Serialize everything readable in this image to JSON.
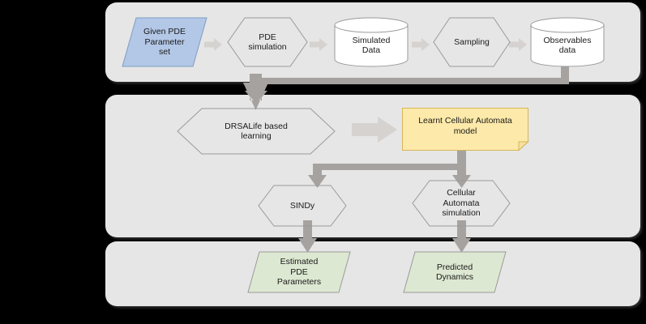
{
  "diagram": {
    "title": "PDE learning and cellular automata pipeline",
    "background_color": "#000000",
    "panel_color": "#e6e6e6",
    "connector_color": "#a6a29f",
    "stroke_color": "#9a9a9a"
  },
  "panels": [
    {
      "name": "data-generation-panel"
    },
    {
      "name": "learning-panel"
    },
    {
      "name": "results-panel"
    }
  ],
  "nodes": {
    "given_pde_parameter_set": {
      "label": "Given PDE\nParameter\nset",
      "shape": "parallelogram",
      "fill": "#b3c7e6",
      "stroke": "#7f9dc2"
    },
    "pde_simulation": {
      "label": "PDE\nsimulation",
      "shape": "hexagon",
      "fill": "none",
      "stroke": "#9a9a9a"
    },
    "simulated_data": {
      "label": "Simulated\nData",
      "shape": "cylinder",
      "fill": "#ffffff",
      "stroke": "#9a9a9a"
    },
    "sampling": {
      "label": "Sampling",
      "shape": "hexagon",
      "fill": "none",
      "stroke": "#9a9a9a"
    },
    "observables_data": {
      "label": "Observables\ndata",
      "shape": "cylinder",
      "fill": "#ffffff",
      "stroke": "#9a9a9a"
    },
    "drsalife_based_learning": {
      "label": "DRSALife based\nlearning",
      "shape": "hexagon",
      "fill": "none",
      "stroke": "#9a9a9a"
    },
    "learnt_cellular_automata_model": {
      "label": "Learnt Cellular Automata\nmodel",
      "shape": "note",
      "fill": "#fde9a9",
      "stroke": "#d6b656"
    },
    "sindy": {
      "label": "SINDy",
      "shape": "hexagon",
      "fill": "none",
      "stroke": "#9a9a9a"
    },
    "cellular_automata_simulation": {
      "label": "Cellular\nAutomata\nsimulation",
      "shape": "hexagon",
      "fill": "none",
      "stroke": "#9a9a9a"
    },
    "estimated_pde_parameters": {
      "label": "Estimated\nPDE\nParameters",
      "shape": "parallelogram",
      "fill": "#dde8d2",
      "stroke": "#9a9a9a"
    },
    "predicted_dynamics": {
      "label": "Predicted\nDynamics",
      "shape": "parallelogram",
      "fill": "#dde8d2",
      "stroke": "#9a9a9a"
    }
  },
  "connectors": [
    {
      "name": "arrow-params-to-pde-simulation",
      "from": "given_pde_parameter_set",
      "to": "pde_simulation"
    },
    {
      "name": "arrow-pde-simulation-to-simulated-data",
      "from": "pde_simulation",
      "to": "simulated_data"
    },
    {
      "name": "arrow-simulated-data-to-sampling",
      "from": "simulated_data",
      "to": "sampling"
    },
    {
      "name": "arrow-sampling-to-observables",
      "from": "sampling",
      "to": "observables_data"
    },
    {
      "name": "arrow-observables-to-drsalife",
      "from": "observables_data",
      "to": "drsalife_based_learning"
    },
    {
      "name": "arrow-drsalife-to-learnt-model",
      "from": "drsalife_based_learning",
      "to": "learnt_cellular_automata_model"
    },
    {
      "name": "arrow-learnt-model-to-sindy",
      "from": "learnt_cellular_automata_model",
      "to": "sindy"
    },
    {
      "name": "arrow-learnt-model-to-ca-simulation",
      "from": "learnt_cellular_automata_model",
      "to": "cellular_automata_simulation"
    },
    {
      "name": "arrow-sindy-to-estimated-parameters",
      "from": "sindy",
      "to": "estimated_pde_parameters"
    },
    {
      "name": "arrow-ca-simulation-to-predicted-dynamics",
      "from": "cellular_automata_simulation",
      "to": "predicted_dynamics"
    }
  ]
}
